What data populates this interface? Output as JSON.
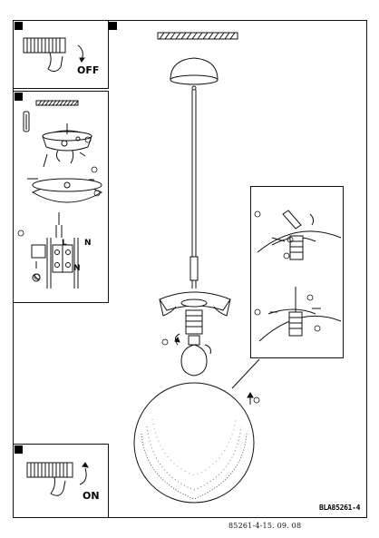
{
  "labels": {
    "off": "OFF",
    "on": "ON",
    "wire_l": "L",
    "wire_n_top": "N",
    "wire_n_bottom": "N"
  },
  "doc_id": "BLA85261-4",
  "footer_code": "85261-4-15. 09. 08"
}
